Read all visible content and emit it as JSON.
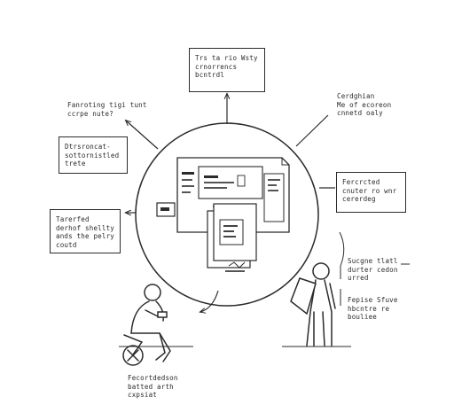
{
  "diagram": {
    "top_box": [
      "Trs ta rio Wsty",
      "crnorrencs",
      "bcntrdl"
    ],
    "top_right_note": [
      "Cerdghian",
      "Me of ecoreon",
      "cnnetd oaly"
    ],
    "left_upper_note": [
      "Fanroting tigi tunt",
      "ccrpe nute?"
    ],
    "left_box_1": [
      "Dtrsroncat-",
      "sottornistled",
      "trete"
    ],
    "right_box": [
      "Fercrcted",
      "cnuter ro wnr",
      "cererdeg"
    ],
    "left_box_2": [
      "Tarerfed",
      "derhof shellty",
      "ands the pelry",
      "coutd"
    ],
    "right_lower_note_1": [
      "Sucgne tlatl",
      "durter cedon",
      "urred"
    ],
    "right_lower_note_2": [
      "Fepise Sfuve",
      "hbcntre re",
      "bouliee"
    ],
    "bottom_note": [
      "Fecortdedson",
      "batted arth",
      "cxpsiat"
    ]
  },
  "colors": {
    "ink": "#2b2b2b",
    "background": "#ffffff"
  }
}
